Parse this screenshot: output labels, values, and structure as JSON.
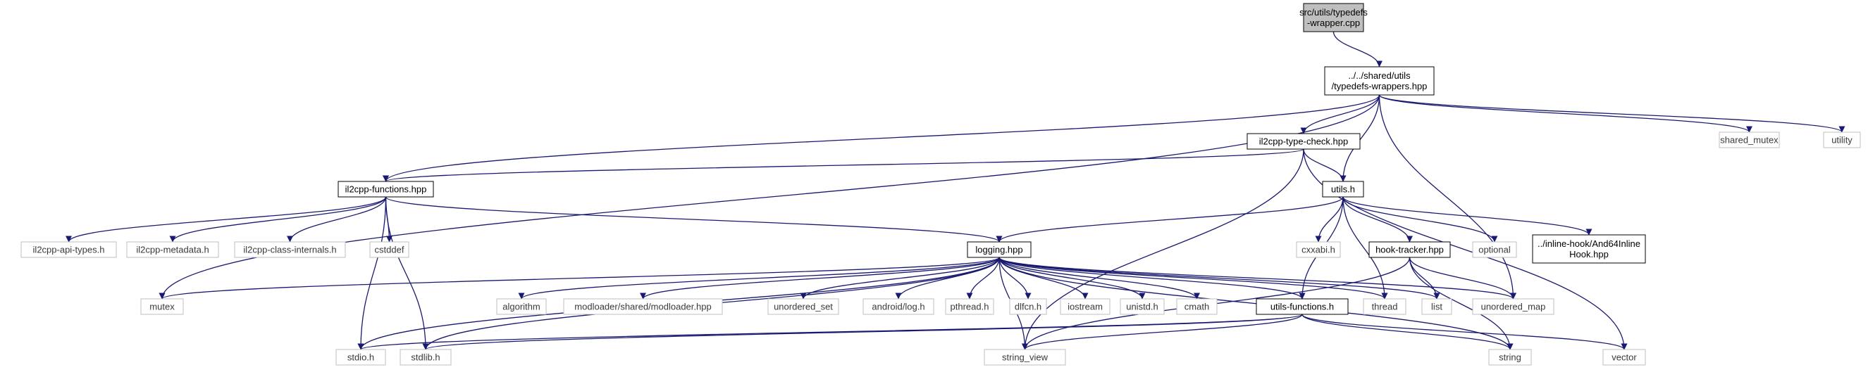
{
  "diagram": {
    "colors": {
      "root_fill": "#bfbfbf",
      "node_fill": "#ffffff",
      "node_border": "#000000",
      "external_border": "#bfbfbf",
      "edge": "#191970"
    },
    "nodes": [
      {
        "id": "root",
        "lines": [
          "src/utils/typedefs",
          "-wrapper.cpp"
        ],
        "style": "root"
      },
      {
        "id": "typedefs_wrappers",
        "lines": [
          "../../shared/utils",
          "/typedefs-wrappers.hpp"
        ],
        "style": "internal"
      },
      {
        "id": "il2cpp_type_check",
        "lines": [
          "il2cpp-type-check.hpp"
        ],
        "style": "internal"
      },
      {
        "id": "shared_mutex",
        "lines": [
          "shared_mutex"
        ],
        "style": "external"
      },
      {
        "id": "utility",
        "lines": [
          "utility"
        ],
        "style": "external"
      },
      {
        "id": "il2cpp_functions",
        "lines": [
          "il2cpp-functions.hpp"
        ],
        "style": "internal"
      },
      {
        "id": "utils_h",
        "lines": [
          "utils.h"
        ],
        "style": "internal"
      },
      {
        "id": "il2cpp_api_types",
        "lines": [
          "il2cpp-api-types.h"
        ],
        "style": "external"
      },
      {
        "id": "il2cpp_metadata",
        "lines": [
          "il2cpp-metadata.h"
        ],
        "style": "external"
      },
      {
        "id": "il2cpp_class_internals",
        "lines": [
          "il2cpp-class-internals.h"
        ],
        "style": "external"
      },
      {
        "id": "cstddef",
        "lines": [
          "cstddef"
        ],
        "style": "external"
      },
      {
        "id": "logging",
        "lines": [
          "logging.hpp"
        ],
        "style": "internal"
      },
      {
        "id": "cxxabi",
        "lines": [
          "cxxabi.h"
        ],
        "style": "external"
      },
      {
        "id": "hook_tracker",
        "lines": [
          "hook-tracker.hpp"
        ],
        "style": "internal"
      },
      {
        "id": "optional",
        "lines": [
          "optional"
        ],
        "style": "external"
      },
      {
        "id": "inline_hook",
        "lines": [
          "../inline-hook/And64Inline",
          "Hook.hpp"
        ],
        "style": "internal"
      },
      {
        "id": "mutex",
        "lines": [
          "mutex"
        ],
        "style": "external"
      },
      {
        "id": "algorithm",
        "lines": [
          "algorithm"
        ],
        "style": "external"
      },
      {
        "id": "modloader",
        "lines": [
          "modloader/shared/modloader.hpp"
        ],
        "style": "external"
      },
      {
        "id": "unordered_set",
        "lines": [
          "unordered_set"
        ],
        "style": "external"
      },
      {
        "id": "android_log",
        "lines": [
          "android/log.h"
        ],
        "style": "external"
      },
      {
        "id": "pthread",
        "lines": [
          "pthread.h"
        ],
        "style": "external"
      },
      {
        "id": "dlfcn",
        "lines": [
          "dlfcn.h"
        ],
        "style": "external"
      },
      {
        "id": "iostream",
        "lines": [
          "iostream"
        ],
        "style": "external"
      },
      {
        "id": "unistd",
        "lines": [
          "unistd.h"
        ],
        "style": "external"
      },
      {
        "id": "cmath",
        "lines": [
          "cmath"
        ],
        "style": "external"
      },
      {
        "id": "utils_functions",
        "lines": [
          "utils-functions.h"
        ],
        "style": "internal"
      },
      {
        "id": "thread",
        "lines": [
          "thread"
        ],
        "style": "external"
      },
      {
        "id": "list",
        "lines": [
          "list"
        ],
        "style": "external"
      },
      {
        "id": "unordered_map",
        "lines": [
          "unordered_map"
        ],
        "style": "external"
      },
      {
        "id": "stdio",
        "lines": [
          "stdio.h"
        ],
        "style": "external"
      },
      {
        "id": "stdlib",
        "lines": [
          "stdlib.h"
        ],
        "style": "external"
      },
      {
        "id": "string_view",
        "lines": [
          "string_view"
        ],
        "style": "external"
      },
      {
        "id": "string",
        "lines": [
          "string"
        ],
        "style": "external"
      },
      {
        "id": "vector",
        "lines": [
          "vector"
        ],
        "style": "external"
      }
    ],
    "edges": [
      [
        "root",
        "typedefs_wrappers"
      ],
      [
        "typedefs_wrappers",
        "il2cpp_type_check"
      ],
      [
        "typedefs_wrappers",
        "utils_h"
      ],
      [
        "typedefs_wrappers",
        "il2cpp_functions"
      ],
      [
        "typedefs_wrappers",
        "mutex"
      ],
      [
        "typedefs_wrappers",
        "shared_mutex"
      ],
      [
        "typedefs_wrappers",
        "utility"
      ],
      [
        "typedefs_wrappers",
        "unordered_map"
      ],
      [
        "il2cpp_type_check",
        "il2cpp_functions"
      ],
      [
        "il2cpp_type_check",
        "utils_h"
      ],
      [
        "il2cpp_type_check",
        "string_view"
      ],
      [
        "il2cpp_type_check",
        "vector"
      ],
      [
        "il2cpp_functions",
        "il2cpp_api_types"
      ],
      [
        "il2cpp_functions",
        "il2cpp_metadata"
      ],
      [
        "il2cpp_functions",
        "il2cpp_class_internals"
      ],
      [
        "il2cpp_functions",
        "cstddef"
      ],
      [
        "il2cpp_functions",
        "logging"
      ],
      [
        "il2cpp_functions",
        "stdio"
      ],
      [
        "il2cpp_functions",
        "stdlib"
      ],
      [
        "utils_h",
        "logging"
      ],
      [
        "utils_h",
        "cxxabi"
      ],
      [
        "utils_h",
        "hook_tracker"
      ],
      [
        "utils_h",
        "optional"
      ],
      [
        "utils_h",
        "inline_hook"
      ],
      [
        "utils_h",
        "utils_functions"
      ],
      [
        "utils_h",
        "thread"
      ],
      [
        "logging",
        "mutex"
      ],
      [
        "logging",
        "algorithm"
      ],
      [
        "logging",
        "modloader"
      ],
      [
        "logging",
        "unordered_set"
      ],
      [
        "logging",
        "android_log"
      ],
      [
        "logging",
        "pthread"
      ],
      [
        "logging",
        "dlfcn"
      ],
      [
        "logging",
        "iostream"
      ],
      [
        "logging",
        "unistd"
      ],
      [
        "logging",
        "cmath"
      ],
      [
        "logging",
        "utils_functions"
      ],
      [
        "logging",
        "thread"
      ],
      [
        "logging",
        "list"
      ],
      [
        "logging",
        "unordered_map"
      ],
      [
        "logging",
        "stdio"
      ],
      [
        "logging",
        "stdlib"
      ],
      [
        "logging",
        "string_view"
      ],
      [
        "logging",
        "string"
      ],
      [
        "hook_tracker",
        "list"
      ],
      [
        "hook_tracker",
        "unordered_map"
      ],
      [
        "hook_tracker",
        "string_view"
      ],
      [
        "hook_tracker",
        "string"
      ],
      [
        "utils_functions",
        "stdio"
      ],
      [
        "utils_functions",
        "stdlib"
      ],
      [
        "utils_functions",
        "string_view"
      ],
      [
        "utils_functions",
        "string"
      ],
      [
        "utils_functions",
        "vector"
      ]
    ]
  }
}
